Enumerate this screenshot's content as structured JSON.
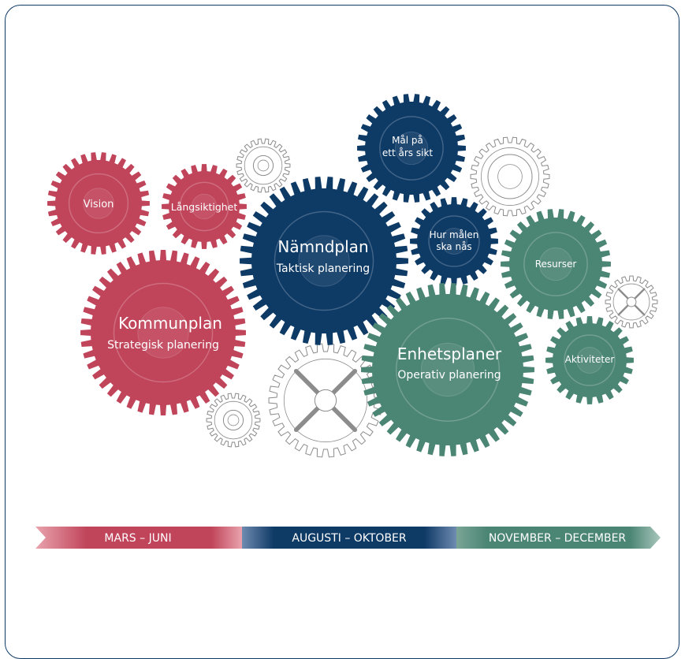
{
  "colors": {
    "red": "#c0445a",
    "blue": "#0e3a66",
    "green": "#4b8574",
    "outline_gray": "#8c8c8c",
    "frame": "#0e3a66"
  },
  "gears": {
    "vision": {
      "title": "Vision",
      "color": "red"
    },
    "langsiktighet": {
      "title": "Långsiktighet",
      "color": "red"
    },
    "kommunplan": {
      "title": "Kommunplan",
      "subtitle": "Strategisk planering",
      "color": "red"
    },
    "namndplan": {
      "title": "Nämndplan",
      "subtitle": "Taktisk planering",
      "color": "blue"
    },
    "mal_pa": {
      "line1": "Mål på",
      "line2": "ett års sikt",
      "color": "blue"
    },
    "hur_malen": {
      "line1": "Hur målen",
      "line2": "ska nås",
      "color": "blue"
    },
    "resurser": {
      "title": "Resurser",
      "color": "green"
    },
    "enhetsplaner": {
      "title": "Enhetsplaner",
      "subtitle": "Operativ  planering",
      "color": "green"
    },
    "aktiviteter": {
      "title": "Aktiviteter",
      "color": "green"
    }
  },
  "timeline": [
    {
      "label": "MARS – JUNI",
      "color": "red"
    },
    {
      "label": "AUGUSTI – OKTOBER",
      "color": "blue"
    },
    {
      "label": "NOVEMBER – DECEMBER",
      "color": "green"
    }
  ]
}
